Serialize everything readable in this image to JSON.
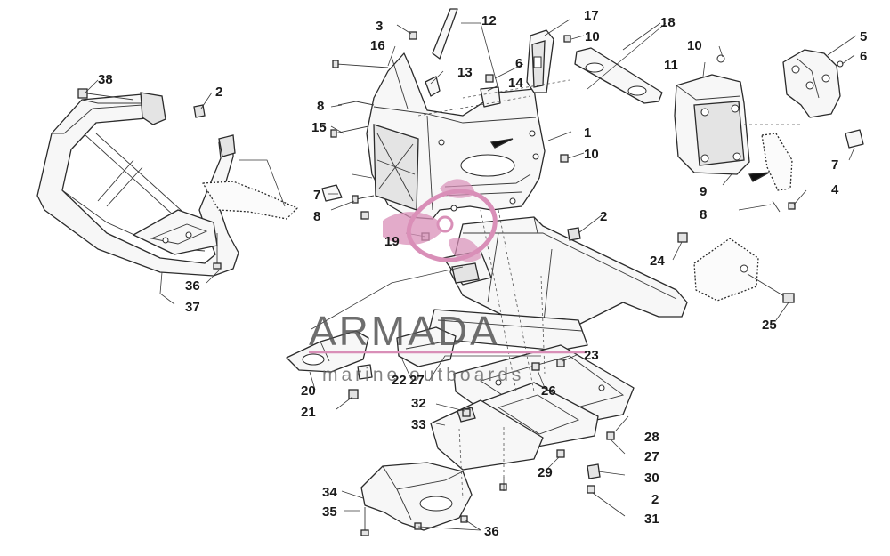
{
  "watermark": {
    "brand": "ARMADA",
    "tagline": "marine outboards",
    "logo_color": "#d98fb8"
  },
  "callouts": {
    "c1": "1",
    "c2a": "2",
    "c2b": "2",
    "c2c": "2",
    "c3": "3",
    "c4": "4",
    "c5": "5",
    "c6a": "6",
    "c6b": "6",
    "c7a": "7",
    "c7b": "7",
    "c8a": "8",
    "c8b": "8",
    "c8c": "8",
    "c9": "9",
    "c10a": "10",
    "c10b": "10",
    "c10c": "10",
    "c11": "11",
    "c12": "12",
    "c13": "13",
    "c14": "14",
    "c15": "15",
    "c16": "16",
    "c17": "17",
    "c18": "18",
    "c19": "19",
    "c20": "20",
    "c21": "21",
    "c22": "22",
    "c23": "23",
    "c24": "24",
    "c25": "25",
    "c26": "26",
    "c27a": "27",
    "c27b": "27",
    "c28": "28",
    "c29": "29",
    "c30": "30",
    "c31": "31",
    "c32": "32",
    "c33": "33",
    "c34": "34",
    "c35": "35",
    "c36a": "36",
    "c36b": "36",
    "c37": "37",
    "c38": "38"
  }
}
